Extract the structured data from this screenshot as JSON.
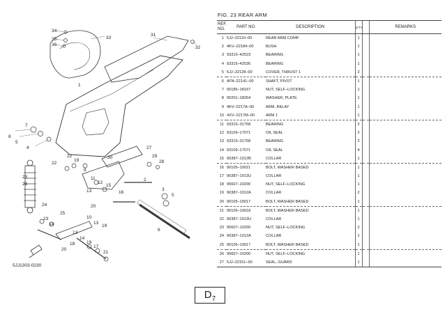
{
  "figure": {
    "title": "FIG.  23   REAR ARM"
  },
  "diagram": {
    "code": "5JJ1303-0230",
    "callouts": [
      "1",
      "2",
      "3",
      "4",
      "5",
      "6",
      "7",
      "8",
      "9",
      "10",
      "11",
      "12",
      "13",
      "14",
      "15",
      "16",
      "17",
      "18",
      "19",
      "20",
      "21",
      "22",
      "23",
      "24",
      "25",
      "26",
      "27",
      "28",
      "29",
      "30",
      "31",
      "32",
      "33",
      "34",
      "35",
      "36"
    ]
  },
  "table": {
    "headers": {
      "ref": "REF. NO.",
      "part_no": "PART NO.",
      "description": "DESCRIPTION",
      "qty": "Q'TY",
      "remarks": "REMARKS"
    },
    "rows": [
      {
        "ref": "1",
        "part": "5JJ–22110–00",
        "desc": "REAR ARM COMP.",
        "qty": "1",
        "remarks": ""
      },
      {
        "ref": "2",
        "part": "4KV–22184–00",
        "desc": "BUSH",
        "qty": "1",
        "remarks": ""
      },
      {
        "ref": "3",
        "part": "93315–42523",
        "desc": "BEARING",
        "qty": "1",
        "remarks": ""
      },
      {
        "ref": "4",
        "part": "93315–42536",
        "desc": "BEARING",
        "qty": "1",
        "remarks": ""
      },
      {
        "ref": "5",
        "part": "5JJ–22128–00",
        "desc": "COVER, THRUST 1",
        "qty": "2",
        "remarks": ""
      },
      {
        "ref": "6",
        "part": "4FN–22141–00",
        "desc": "SHAFT, PIVOT",
        "qty": "1",
        "remarks": ""
      },
      {
        "ref": "7",
        "part": "90185–18167",
        "desc": "NUT, SELF–LOCKING",
        "qty": "1",
        "remarks": ""
      },
      {
        "ref": "8",
        "part": "90201–18264",
        "desc": "WASHER, PLATE",
        "qty": "1",
        "remarks": ""
      },
      {
        "ref": "9",
        "part": "4KV–2217A–00",
        "desc": "ARM, RELAY",
        "qty": "1",
        "remarks": ""
      },
      {
        "ref": "10",
        "part": "4XV–2217M–00",
        "desc": "ARM 1",
        "qty": "1",
        "remarks": ""
      },
      {
        "ref": "11",
        "part": "93315–31758",
        "desc": "BEARING",
        "qty": "2",
        "remarks": ""
      },
      {
        "ref": "12",
        "part": "93109–17071",
        "desc": "OIL SEAL",
        "qty": "2",
        "remarks": ""
      },
      {
        "ref": "13",
        "part": "93315–31758",
        "desc": "BEARING",
        "qty": "2",
        "remarks": ""
      },
      {
        "ref": "14",
        "part": "93109–17071",
        "desc": "OIL SEAL",
        "qty": "4",
        "remarks": ""
      },
      {
        "ref": "15",
        "part": "90387–1012B",
        "desc": "COLLAR",
        "qty": "1",
        "remarks": ""
      },
      {
        "ref": "16",
        "part": "90105–10021",
        "desc": "BOLT, WASHER BASED",
        "qty": "1",
        "remarks": ""
      },
      {
        "ref": "17",
        "part": "90387–1013U",
        "desc": "COLLAR",
        "qty": "1",
        "remarks": ""
      },
      {
        "ref": "18",
        "part": "95607–10200",
        "desc": "NUT, SELF–LOCKING",
        "qty": "1",
        "remarks": ""
      },
      {
        "ref": "19",
        "part": "90387–1012A",
        "desc": "COLLAR",
        "qty": "2",
        "remarks": ""
      },
      {
        "ref": "20",
        "part": "90105–10017",
        "desc": "BOLT, WASHER BASED",
        "qty": "1",
        "remarks": ""
      },
      {
        "ref": "21",
        "part": "90105–10018",
        "desc": "BOLT, WASHER BASED",
        "qty": "1",
        "remarks": ""
      },
      {
        "ref": "22",
        "part": "90387–1013U",
        "desc": "COLLAR",
        "qty": "1",
        "remarks": ""
      },
      {
        "ref": "23",
        "part": "95607–10200",
        "desc": "NUT, SELF–LOCKING",
        "qty": "2",
        "remarks": ""
      },
      {
        "ref": "24",
        "part": "90387–1012A",
        "desc": "COLLAR",
        "qty": "1",
        "remarks": ""
      },
      {
        "ref": "25",
        "part": "90105–10017",
        "desc": "BOLT, WASHER BASED",
        "qty": "1",
        "remarks": ""
      },
      {
        "ref": "26",
        "part": "95607–10200",
        "desc": "NUT, SELF–LOCKING",
        "qty": "1",
        "remarks": ""
      },
      {
        "ref": "27",
        "part": "5JJ–22151–00",
        "desc": "SEAL, GUARD",
        "qty": "1",
        "remarks": ""
      }
    ]
  },
  "page": {
    "letter": "D",
    "number": "7"
  }
}
